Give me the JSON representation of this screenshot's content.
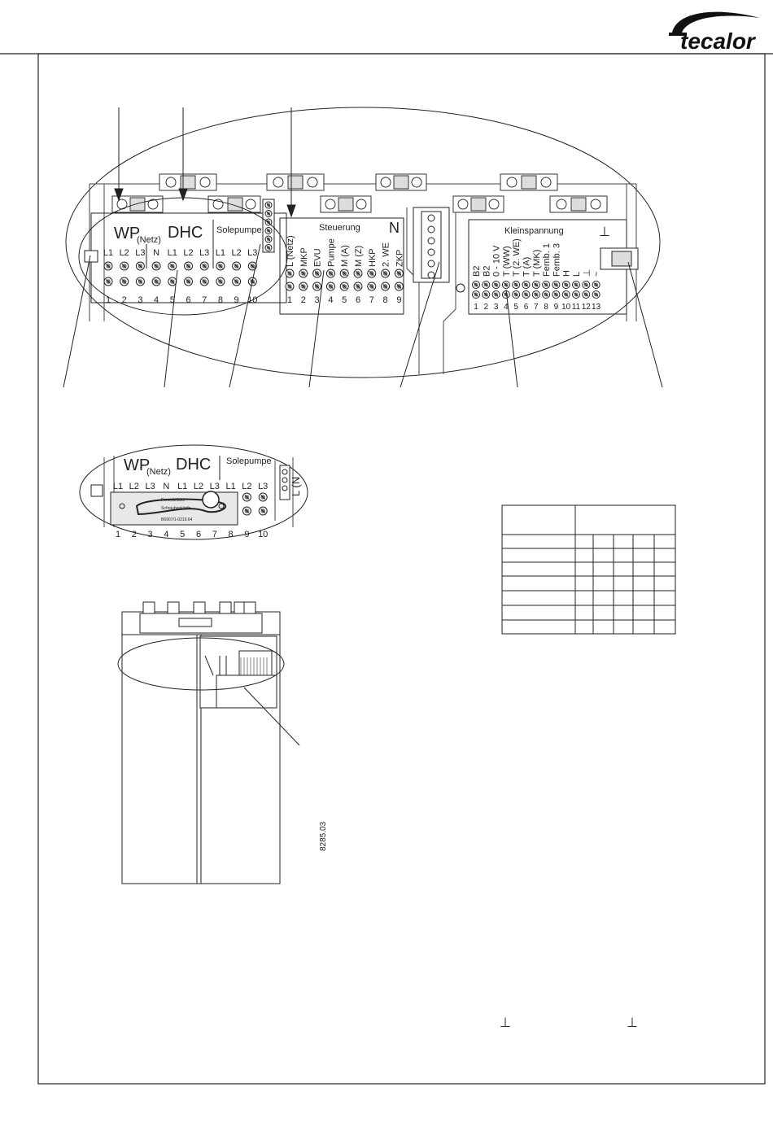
{
  "brand": {
    "name": "tecalor"
  },
  "main_panel": {
    "group_wp": "WP",
    "group_netz": "(Netz)",
    "group_dhc": "DHC",
    "group_solepumpe": "Solepumpe",
    "wp_terminals": [
      "L1",
      "L2",
      "L3",
      "N",
      "L1",
      "L2",
      "L3",
      "L1",
      "L2",
      "L3"
    ],
    "wp_numbers": [
      "1",
      "2",
      "3",
      "4",
      "5",
      "6",
      "7",
      "8",
      "9",
      "10"
    ],
    "steuerung_title": "Steuerung",
    "steuerung_n": "N",
    "steuerung_terminals": [
      "L (Netz)",
      "MKP",
      "EVU",
      "Pumpe",
      "M (A)",
      "M (Z)",
      "HKP",
      "2. WE",
      "ZKP"
    ],
    "steuerung_numbers": [
      "1",
      "2",
      "3",
      "4",
      "5",
      "6",
      "7",
      "8",
      "9"
    ],
    "klein_title": "Kleinspannung",
    "klein_ground": "⊥",
    "klein_terminals": [
      "B2",
      "B2",
      "0 - 10 V",
      "T (WW)",
      "T (2. WE)",
      "T (A)",
      "T (MK)",
      "Fernb. 1",
      "Fernb. 3",
      "H",
      "L",
      "⊥",
      "~"
    ],
    "klein_numbers": [
      "1",
      "2",
      "3",
      "4",
      "5",
      "6",
      "7",
      "8",
      "9",
      "10",
      "11",
      "12",
      "13"
    ]
  },
  "detail_panel": {
    "group_wp": "WP",
    "group_netz": "(Netz)",
    "group_dhc": "DHC",
    "group_solepumpe": "Solepumpe",
    "terminals": [
      "L1",
      "L2",
      "L3",
      "N",
      "L1",
      "L2",
      "L3",
      "L1",
      "L2",
      "L3"
    ],
    "numbers": [
      "1",
      "2",
      "3",
      "4",
      "5",
      "6",
      "7",
      "8",
      "9",
      "10"
    ],
    "next_label": "L (N",
    "bridge_label_1": "Pemmbrücke",
    "bridge_label_2": "Schraubenköpfe",
    "bridge_label_3": "B6907/1-0219.64"
  },
  "figure_code": "8285.03",
  "bottom_symbols": [
    "⊥",
    "⊥"
  ]
}
